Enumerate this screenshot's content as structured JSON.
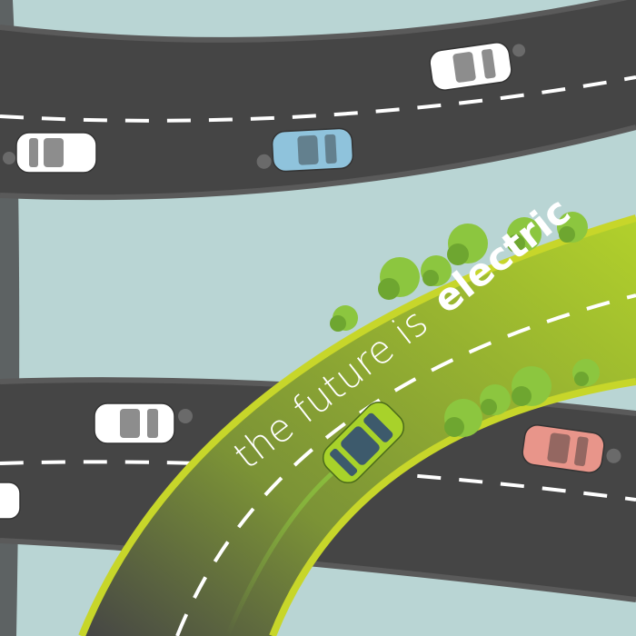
{
  "slogan": {
    "prefix": "the future is",
    "emphasis": "electric"
  },
  "colors": {
    "background": "#b9d5d4",
    "road": "#454545",
    "road_edge": "#5a5a5a",
    "lane_marking": "#ffffff",
    "electric_road_edge": "#c7d62a",
    "electric_glow": "#a8d22a",
    "tree": "#8cc63f",
    "tree_dark": "#6ea630",
    "ev_body": "#a8d22a",
    "ev_windows": "#3d5a6c",
    "car_white": "#ffffff",
    "car_blue": "#8fc3dc",
    "car_salmon": "#e8958a",
    "exhaust": "#7a7a7a"
  },
  "vehicles": [
    {
      "name": "white-car-top-right",
      "color": "car_white"
    },
    {
      "name": "white-car-top-left",
      "color": "car_white"
    },
    {
      "name": "blue-car-top",
      "color": "car_blue"
    },
    {
      "name": "white-car-bottom-left",
      "color": "car_white"
    },
    {
      "name": "electric-car",
      "color": "ev_body"
    },
    {
      "name": "salmon-car",
      "color": "car_salmon"
    }
  ]
}
